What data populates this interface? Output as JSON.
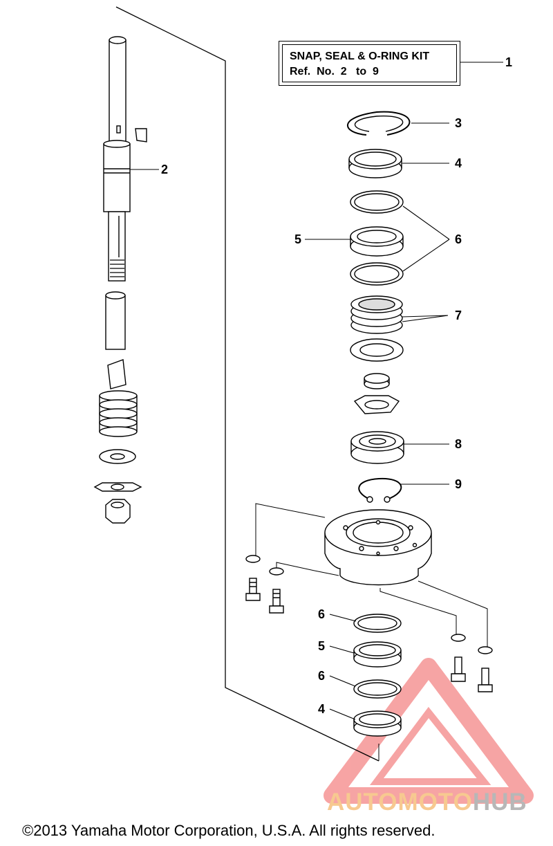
{
  "kit_box": {
    "line1": "SNAP, SEAL & O-RING KIT",
    "line2": "Ref.  No.  2   to  9"
  },
  "callouts": {
    "c1": "1",
    "c2": "2",
    "c3": "3",
    "c4a": "4",
    "c5a": "5",
    "c6a": "6",
    "c7": "7",
    "c8": "8",
    "c9": "9",
    "c6b": "6",
    "c5b": "5",
    "c6c": "6",
    "c4b": "4"
  },
  "watermark": {
    "part1": "AUTOMOTO",
    "part2": "HUB"
  },
  "copyright": "©2013 Yamaha Motor Corporation, U.S.A. All rights reserved.",
  "colors": {
    "line": "#000000",
    "part_fill": "#ffffff",
    "part_shadow": "#cfcfcf",
    "watermark_red": "#f05a5a",
    "watermark_orange": "#f7c990",
    "watermark_gray": "#b7b7b7"
  }
}
